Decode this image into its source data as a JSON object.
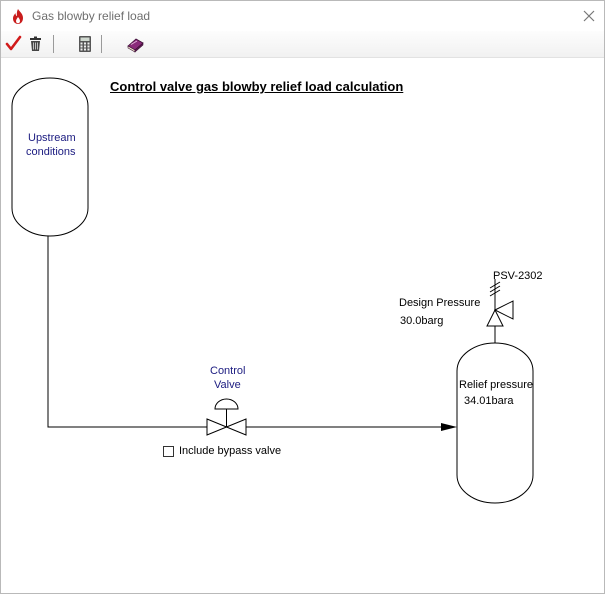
{
  "window": {
    "title": "Gas blowby relief load"
  },
  "toolbar": {
    "buttons": [
      "confirm-icon",
      "delete-icon",
      "calculator-icon",
      "help-book-icon"
    ]
  },
  "diagram": {
    "heading": "Control valve gas blowby relief load calculation",
    "upstream_line1": "Upstream",
    "upstream_line2": "conditions",
    "valve_line1": "Control",
    "valve_line2": "Valve",
    "bypass_label": "Include bypass valve",
    "bypass_checked": false,
    "psv_tag": "PSV-2302",
    "design_pressure_label": "Design Pressure",
    "design_pressure_value": "30.0barg",
    "relief_pressure_label": "Relief pressure",
    "relief_pressure_value": "34.01bara"
  },
  "colors": {
    "label_blue": "#1b1b80",
    "check_red": "#d11a1a",
    "book_purple": "#8a2a7a"
  }
}
